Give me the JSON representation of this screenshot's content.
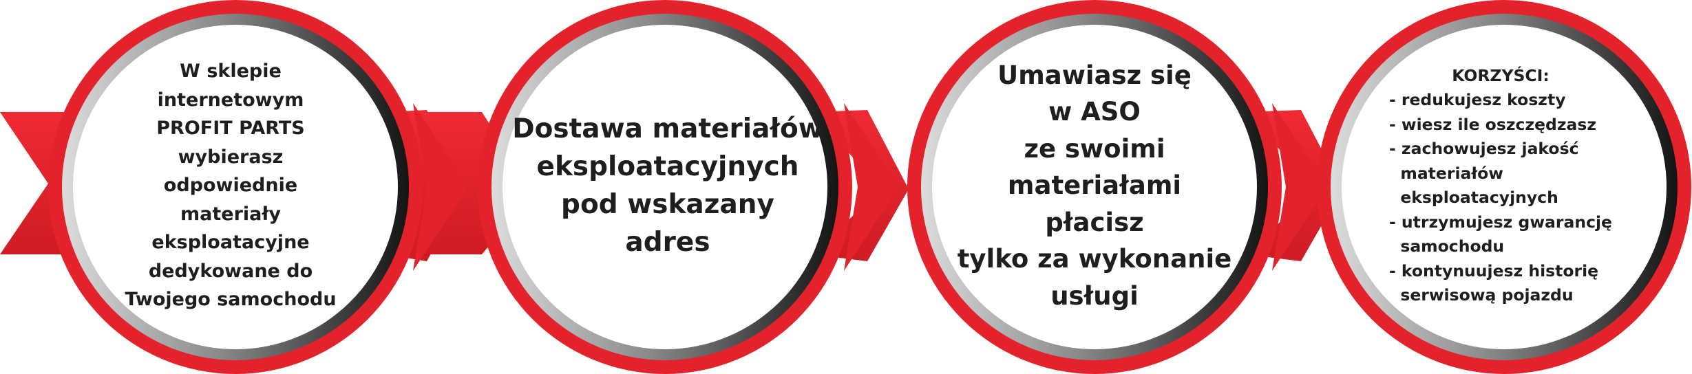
{
  "steps": [
    {
      "lines": [
        "W sklepie",
        "internetowym",
        "PROFIT PARTS",
        "wybierasz",
        "odpowiednie",
        "materiały",
        "eksploatacyjne",
        "dedykowane do",
        "Twojego samochodu"
      ]
    },
    {
      "lines": [
        "Dostawa materiałów",
        "eksploatacyjnych",
        "pod wskazany",
        "adres"
      ]
    },
    {
      "lines": [
        "Umawiasz się",
        "w ASO",
        "ze swoimi",
        "materiałami",
        "płacisz",
        "tylko za wykonanie",
        "usługi"
      ]
    }
  ],
  "benefits": {
    "header": "KORZYŚCI:",
    "lines": [
      "- redukujesz koszty",
      "- wiesz ile oszczędzasz",
      "- zachowujesz jakość",
      "  materiałów",
      "  eksploatacyjnych",
      "- utrzymujesz gwarancję",
      "  samochodu",
      "- kontynuujesz historię",
      "  serwisową pojazdu"
    ]
  },
  "colors": {
    "red": "#e3222b",
    "dark_red": "#b3141d",
    "ring_light": "#d9d9d9",
    "ring_dark": "#1c1c1c",
    "text": "#1e1e1e",
    "face": "#ffffff"
  }
}
